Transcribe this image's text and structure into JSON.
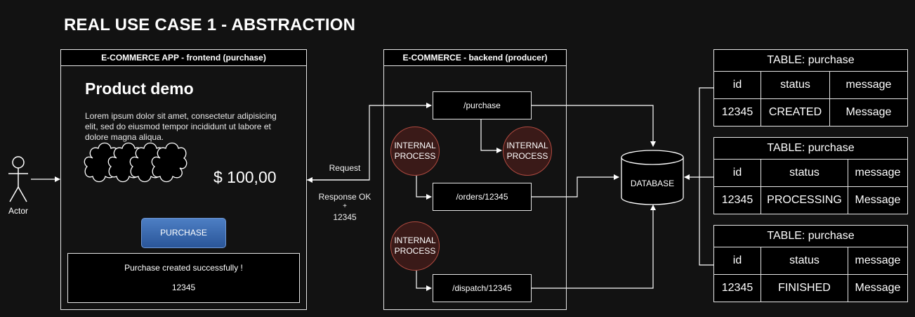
{
  "title": "REAL USE CASE 1 - ABSTRACTION",
  "actor": {
    "label": "Actor"
  },
  "frontend": {
    "header": "E-COMMERCE APP - frontend (purchase)",
    "product_title": "Product demo",
    "description": "Lorem ipsum dolor sit amet, consectetur adipisicing elit, sed do eiusmod tempor incididunt ut labore et dolore magna aliqua.",
    "price": "$ 100,00",
    "purchase_button": "PURCHASE",
    "result_message": "Purchase created successfully !",
    "result_id": "12345"
  },
  "flow": {
    "request_label": "Request",
    "response_line1": "Response OK",
    "response_line2": "+",
    "response_line3": "12345"
  },
  "backend": {
    "header": "E-COMMERCE - backend (producer)",
    "endpoints": [
      "/purchase",
      "/orders/12345",
      "/dispatch/12345"
    ],
    "process_line1": "INTERNAL",
    "process_line2": "PROCESS"
  },
  "database": {
    "label": "DATABASE"
  },
  "tables": [
    {
      "title": "TABLE: purchase",
      "columns": [
        "id",
        "status",
        "message"
      ],
      "row": [
        "12345",
        "CREATED",
        "Message"
      ]
    },
    {
      "title": "TABLE: purchase",
      "columns": [
        "id",
        "status",
        "message"
      ],
      "row": [
        "12345",
        "PROCESSING",
        "Message"
      ]
    },
    {
      "title": "TABLE: purchase",
      "columns": [
        "id",
        "status",
        "message"
      ],
      "row": [
        "12345",
        "FINISHED",
        "Message"
      ]
    }
  ],
  "colors": {
    "background": "#121212",
    "button": "#3a6db3",
    "process_fill": "#3a1a18",
    "process_border": "#b04a40",
    "line": "#e6e6e6"
  },
  "icons": [
    "stick-figure-actor-icon",
    "cloud-image-placeholder-icon",
    "database-cylinder-icon"
  ]
}
